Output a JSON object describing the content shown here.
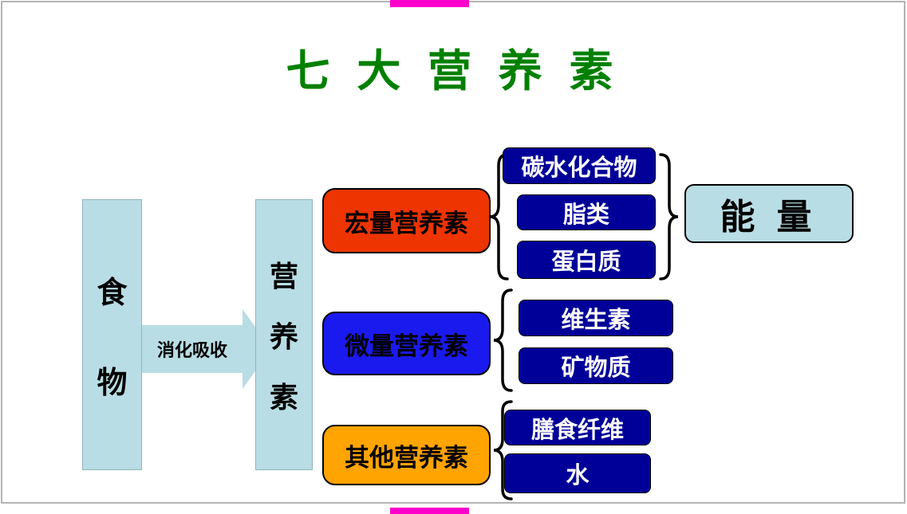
{
  "title": "七 大 营 养 素",
  "flow": {
    "source_chars": [
      "食",
      "物"
    ],
    "process_label": "消化吸收",
    "result_chars": [
      "营",
      "养",
      "素"
    ]
  },
  "categories": [
    {
      "label": "宏量营养素",
      "color": "#ee3400",
      "items": [
        "碳水化合物",
        "脂类",
        "蛋白质"
      ]
    },
    {
      "label": "微量营养素",
      "color": "#1a1aee",
      "items": [
        "维生素",
        "矿物质"
      ]
    },
    {
      "label": "其他营养素",
      "color": "#ffa400",
      "items": [
        "膳食纤维",
        "水"
      ]
    }
  ],
  "output": {
    "label": "能 量"
  },
  "colors": {
    "title_green": "#008000",
    "light_blue": "#b9dde4",
    "item_navy": "#000099",
    "accent_magenta": "#ff00cc"
  }
}
